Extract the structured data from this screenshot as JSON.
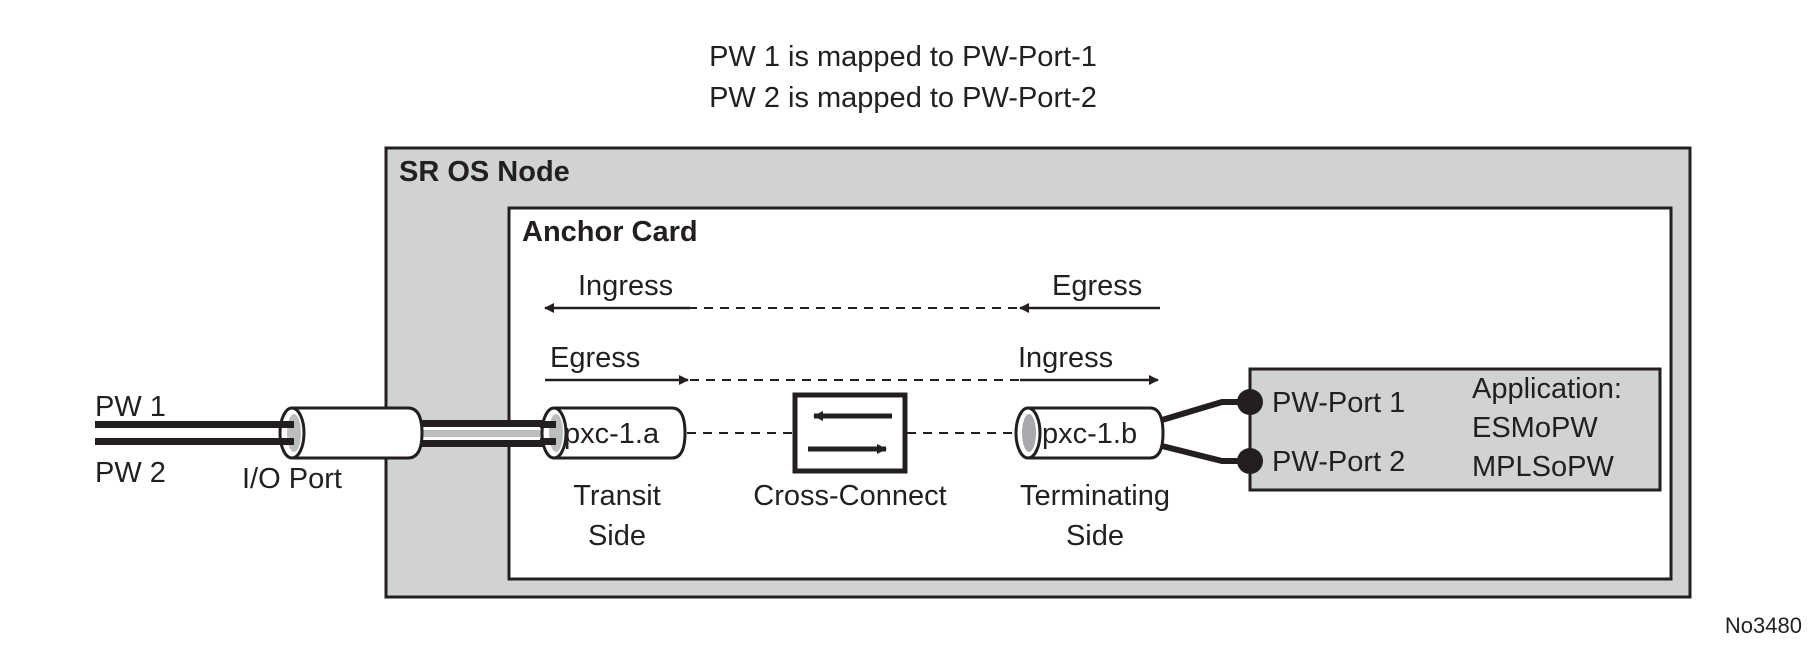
{
  "header": {
    "line1": "PW 1 is mapped to PW-Port-1",
    "line2": "PW 2 is mapped to PW-Port-2"
  },
  "node": {
    "title": "SR OS Node"
  },
  "card": {
    "title": "Anchor Card"
  },
  "flows": {
    "top_left": "Ingress",
    "top_right": "Egress",
    "bottom_left": "Egress",
    "bottom_right": "Ingress"
  },
  "pseudowires": {
    "pw1": "PW 1",
    "pw2": "PW 2"
  },
  "io_port": {
    "label": "I/O Port"
  },
  "pxc_a": {
    "label": "pxc-1.a",
    "caption1": "Transit",
    "caption2": "Side"
  },
  "cross_connect": {
    "label": "Cross-Connect"
  },
  "pxc_b": {
    "label": "pxc-1.b",
    "caption1": "Terminating",
    "caption2": "Side"
  },
  "app_box": {
    "port1": "PW-Port 1",
    "port2": "PW-Port 2",
    "app_title": "Application:",
    "app1": "ESMoPW",
    "app2": "MPLSoPW"
  },
  "figure_id": "No3480",
  "colors": {
    "box_fill": "#d1d2d4",
    "line": "#231f20",
    "tube_inner": "#bcbdbf"
  }
}
